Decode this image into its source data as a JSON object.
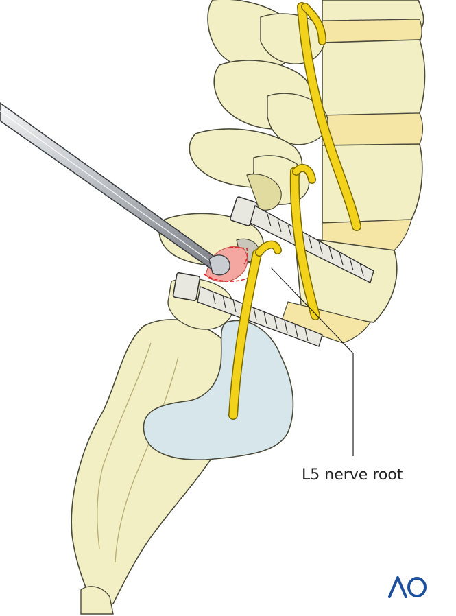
{
  "labels": {
    "nerve_root": "L5 nerve root"
  },
  "logo": {
    "name": "ao-logo",
    "text": "AO",
    "color": "#1d4f9c"
  },
  "colors": {
    "bone_fill": "#f3efc4",
    "bone_shade": "#e2dba0",
    "bone_outline": "#4a4a3a",
    "nerve": "#f2d21a",
    "nerve_dark": "#c9a800",
    "disc": "#f5e6a6",
    "dural_sac": "#d6e6ea",
    "resection": "#f3a7a0",
    "resection_line": "#e4242b",
    "screw": "#e8e8e0",
    "instrument": "#b8bcc0"
  }
}
